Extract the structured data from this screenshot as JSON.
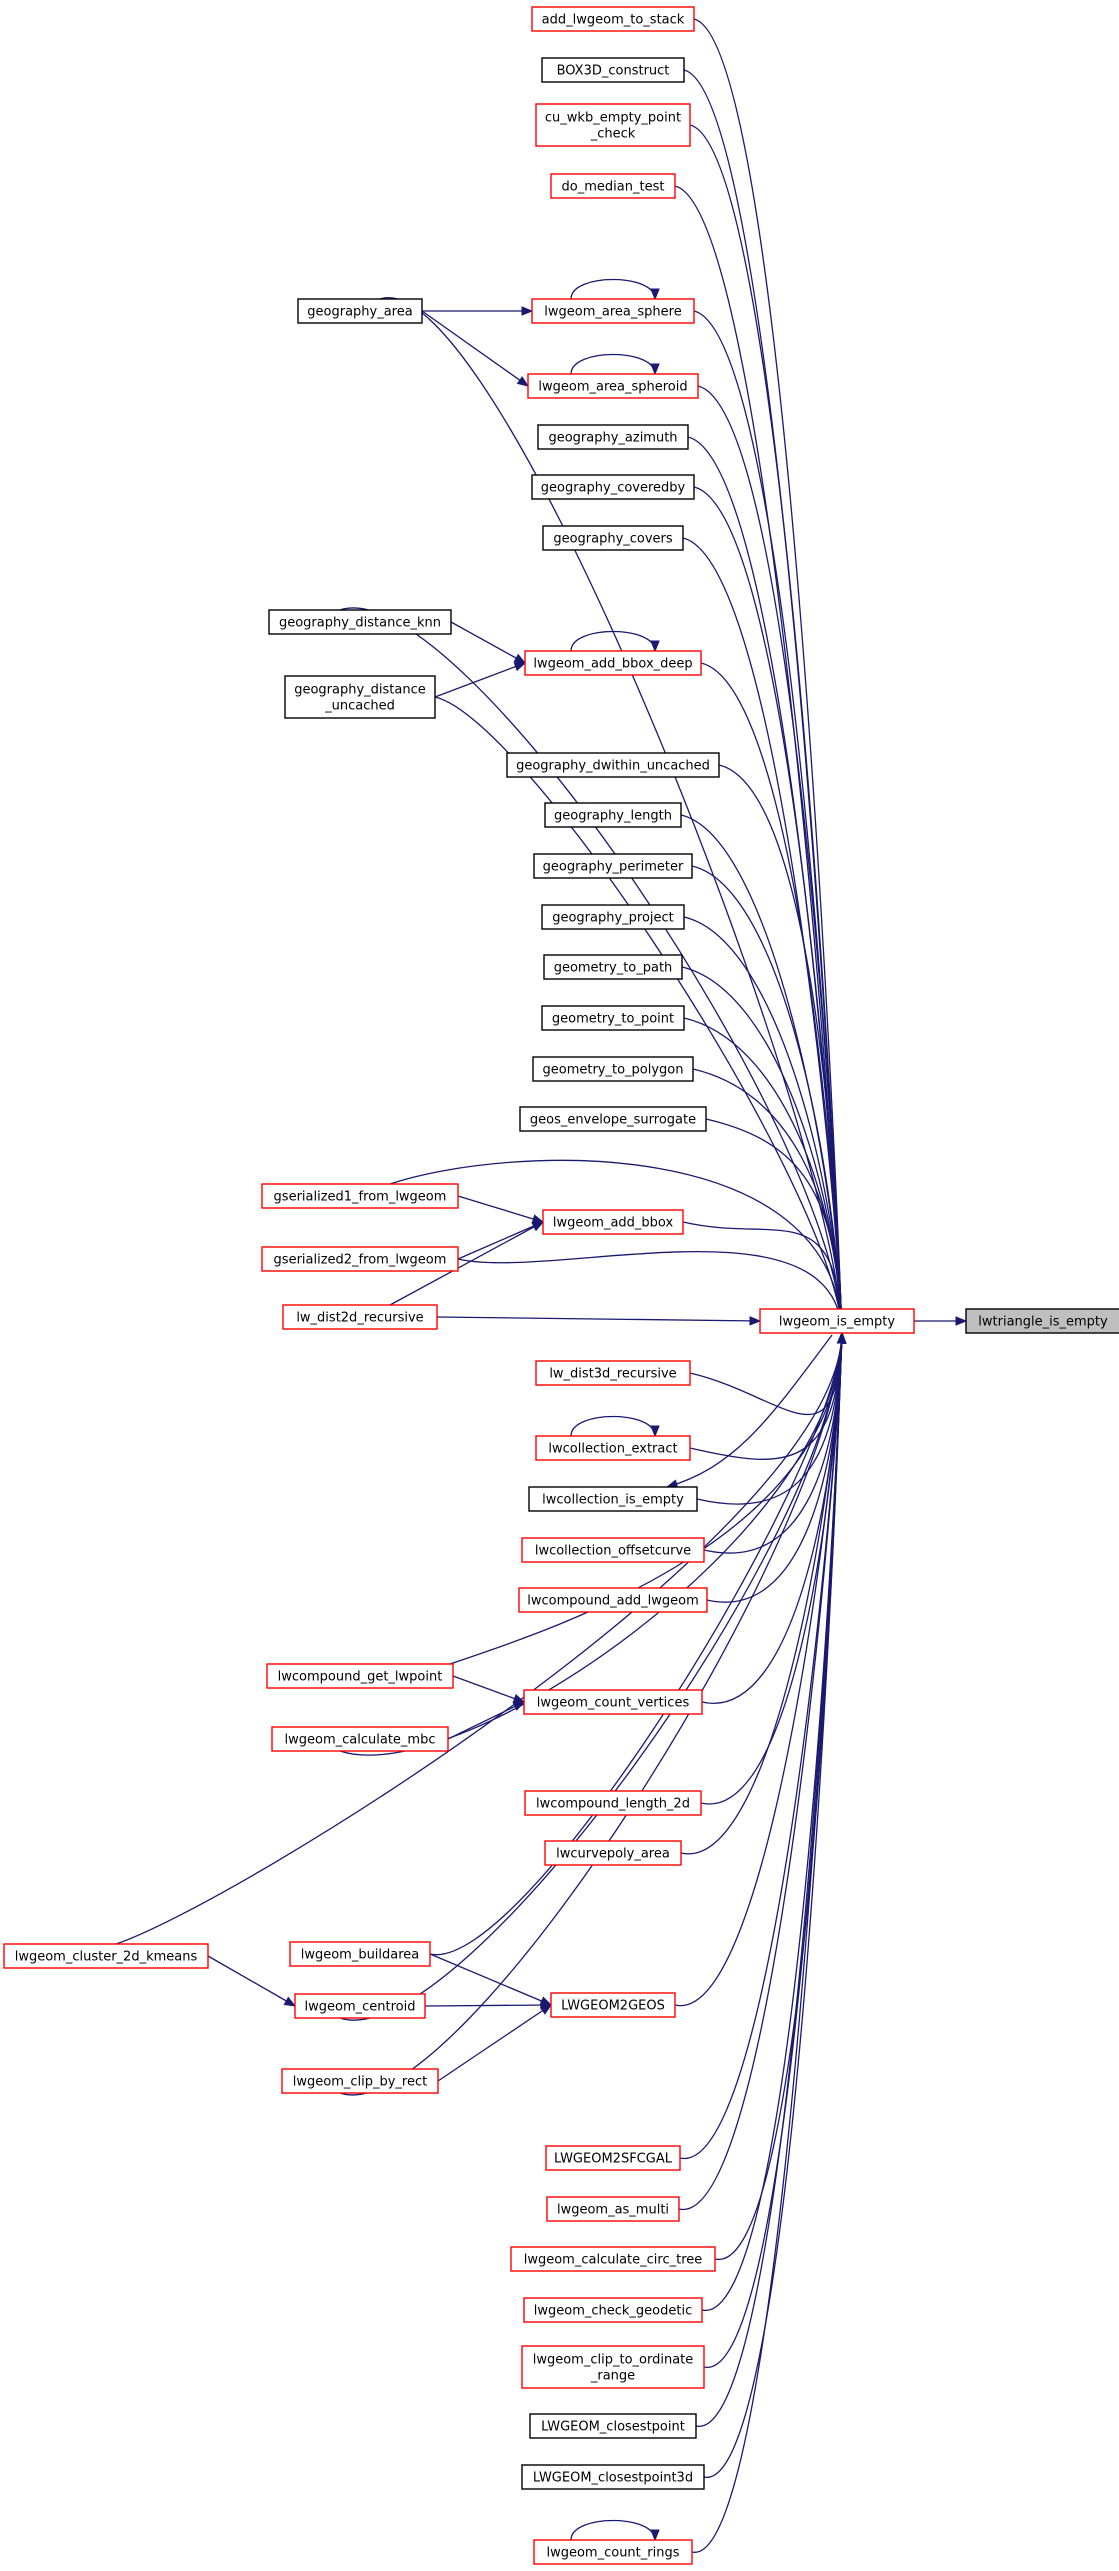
{
  "graph": {
    "focus": "lwtriangle_is_empty",
    "center": "lwgeom_is_empty",
    "colors": {
      "edge": "#191970",
      "linked_border": "#ff0000",
      "plain_border": "#000000",
      "focus_fill": "#bfbfbf"
    },
    "nodes": {
      "lwtriangle_is_empty": [
        "lwtriangle_is_empty"
      ],
      "lwgeom_is_empty": [
        "lwgeom_is_empty"
      ],
      "add_lwgeom_to_stack": [
        "add_lwgeom_to_stack"
      ],
      "BOX3D_construct": [
        "BOX3D_construct"
      ],
      "cu_wkb_empty_point_check": [
        "cu_wkb_empty_point",
        "_check"
      ],
      "do_median_test": [
        "do_median_test"
      ],
      "geography_area": [
        "geography_area"
      ],
      "lwgeom_area_sphere": [
        "lwgeom_area_sphere"
      ],
      "lwgeom_area_spheroid": [
        "lwgeom_area_spheroid"
      ],
      "geography_azimuth": [
        "geography_azimuth"
      ],
      "geography_coveredby": [
        "geography_coveredby"
      ],
      "geography_covers": [
        "geography_covers"
      ],
      "geography_distance_knn": [
        "geography_distance_knn"
      ],
      "lwgeom_add_bbox_deep": [
        "lwgeom_add_bbox_deep"
      ],
      "geography_distance_uncached": [
        "geography_distance",
        "_uncached"
      ],
      "geography_dwithin_uncached": [
        "geography_dwithin_uncached"
      ],
      "geography_length": [
        "geography_length"
      ],
      "geography_perimeter": [
        "geography_perimeter"
      ],
      "geography_project": [
        "geography_project"
      ],
      "geometry_to_path": [
        "geometry_to_path"
      ],
      "geometry_to_point": [
        "geometry_to_point"
      ],
      "geometry_to_polygon": [
        "geometry_to_polygon"
      ],
      "geos_envelope_surrogate": [
        "geos_envelope_surrogate"
      ],
      "gserialized1_from_lwgeom": [
        "gserialized1_from_lwgeom"
      ],
      "lwgeom_add_bbox": [
        "lwgeom_add_bbox"
      ],
      "gserialized2_from_lwgeom": [
        "gserialized2_from_lwgeom"
      ],
      "lw_dist2d_recursive": [
        "lw_dist2d_recursive"
      ],
      "lw_dist3d_recursive": [
        "lw_dist3d_recursive"
      ],
      "lwcollection_extract": [
        "lwcollection_extract"
      ],
      "lwcollection_is_empty": [
        "lwcollection_is_empty"
      ],
      "lwcollection_offsetcurve": [
        "lwcollection_offsetcurve"
      ],
      "lwcompound_add_lwgeom": [
        "lwcompound_add_lwgeom"
      ],
      "lwcompound_get_lwpoint": [
        "lwcompound_get_lwpoint"
      ],
      "lwgeom_count_vertices": [
        "lwgeom_count_vertices"
      ],
      "lwgeom_calculate_mbc": [
        "lwgeom_calculate_mbc"
      ],
      "lwcompound_length_2d": [
        "lwcompound_length_2d"
      ],
      "lwcurvepoly_area": [
        "lwcurvepoly_area"
      ],
      "lwgeom_cluster_2d_kmeans": [
        "lwgeom_cluster_2d_kmeans"
      ],
      "lwgeom_buildarea": [
        "lwgeom_buildarea"
      ],
      "lwgeom_centroid": [
        "lwgeom_centroid"
      ],
      "LWGEOM2GEOS": [
        "LWGEOM2GEOS"
      ],
      "lwgeom_clip_by_rect": [
        "lwgeom_clip_by_rect"
      ],
      "LWGEOM2SFCGAL": [
        "LWGEOM2SFCGAL"
      ],
      "lwgeom_as_multi": [
        "lwgeom_as_multi"
      ],
      "lwgeom_calculate_circ_tree": [
        "lwgeom_calculate_circ_tree"
      ],
      "lwgeom_check_geodetic": [
        "lwgeom_check_geodetic"
      ],
      "lwgeom_clip_to_ordinate_range": [
        "lwgeom_clip_to_ordinate",
        "_range"
      ],
      "LWGEOM_closestpoint": [
        "LWGEOM_closestpoint"
      ],
      "LWGEOM_closestpoint3d": [
        "LWGEOM_closestpoint3d"
      ],
      "lwgeom_count_rings": [
        "lwgeom_count_rings"
      ]
    }
  }
}
